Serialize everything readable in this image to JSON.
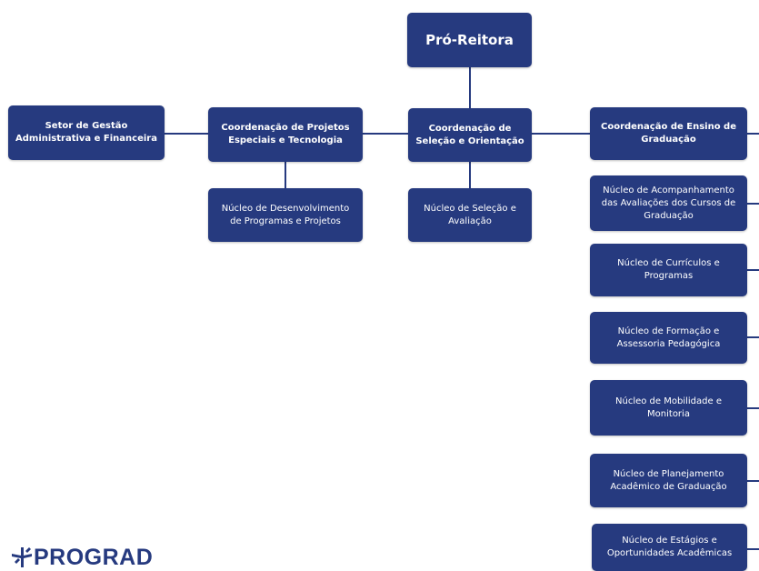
{
  "colors": {
    "node_fill": "#263a7f",
    "node_text": "#ffffff",
    "connector": "#263a7f",
    "logo": "#263a7f",
    "background": "#ffffff"
  },
  "nodes": {
    "pro_reitora": "Pró-Reitora",
    "setor_gestao": "Setor de Gestão\nAdministrativa e Financeira",
    "coord_projetos": "Coordenação de Projetos\nEspeciais e Tecnologia",
    "coord_selecao": "Coordenação de\nSeleção e Orientação",
    "coord_ensino": "Coordenação de Ensino de\nGraduação",
    "nucleo_desenvolvimento": "Núcleo de Desenvolvimento\nde Programas e Projetos",
    "nucleo_selecao": "Núcleo de Seleção e\nAvaliação",
    "nucleo_acompanhamento": "Núcleo de Acompanhamento\ndas Avaliações dos Cursos de\nGraduação",
    "nucleo_curriculos": "Núcleo de Currículos e\nProgramas",
    "nucleo_formacao": "Núcleo de Formação e\nAssessoria Pedagógica",
    "nucleo_mobilidade": "Núcleo de Mobilidade e\nMonitoria",
    "nucleo_planejamento": "Núcleo de Planejamento\nAcadêmico de Graduação",
    "nucleo_estagios": "Núcleo de Estágios e\nOportunidades Acadêmicas"
  },
  "logo": {
    "text": "PROGRAD",
    "icon": "prograd-star-icon"
  }
}
